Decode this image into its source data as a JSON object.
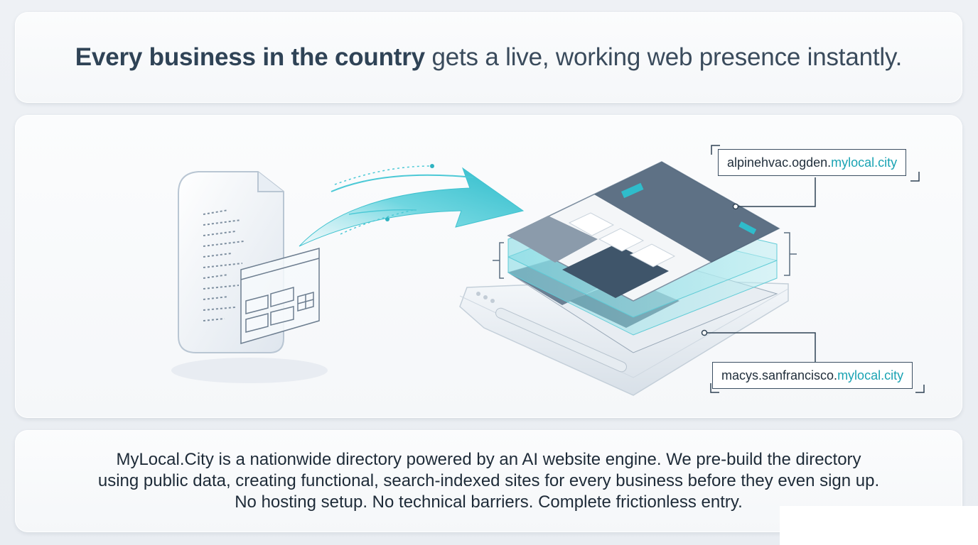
{
  "headline": {
    "bold": "Every business in the country",
    "rest": "gets a live, working web presence instantly."
  },
  "illustration": {
    "url_top": {
      "prefix": "alpinehvac.ogden.",
      "domain": "mylocal.city"
    },
    "url_bottom": {
      "prefix": "macys.sanfrancisco.",
      "domain": "mylocal.city"
    },
    "icons": [
      "document-icon",
      "form-icon",
      "arrow-icon",
      "website-stack-icon"
    ],
    "colors": {
      "accent": "#1aa3b3",
      "arrow": "#4cc9d6",
      "navy": "#3e5468"
    }
  },
  "description": {
    "line1": "MyLocal.City is a nationwide directory powered by an AI website engine. We pre-build the directory",
    "line2": "using public data, creating functional, search-indexed sites for every business before they even sign up.",
    "line3": "No hosting setup. No technical barriers. Complete frictionless entry."
  }
}
